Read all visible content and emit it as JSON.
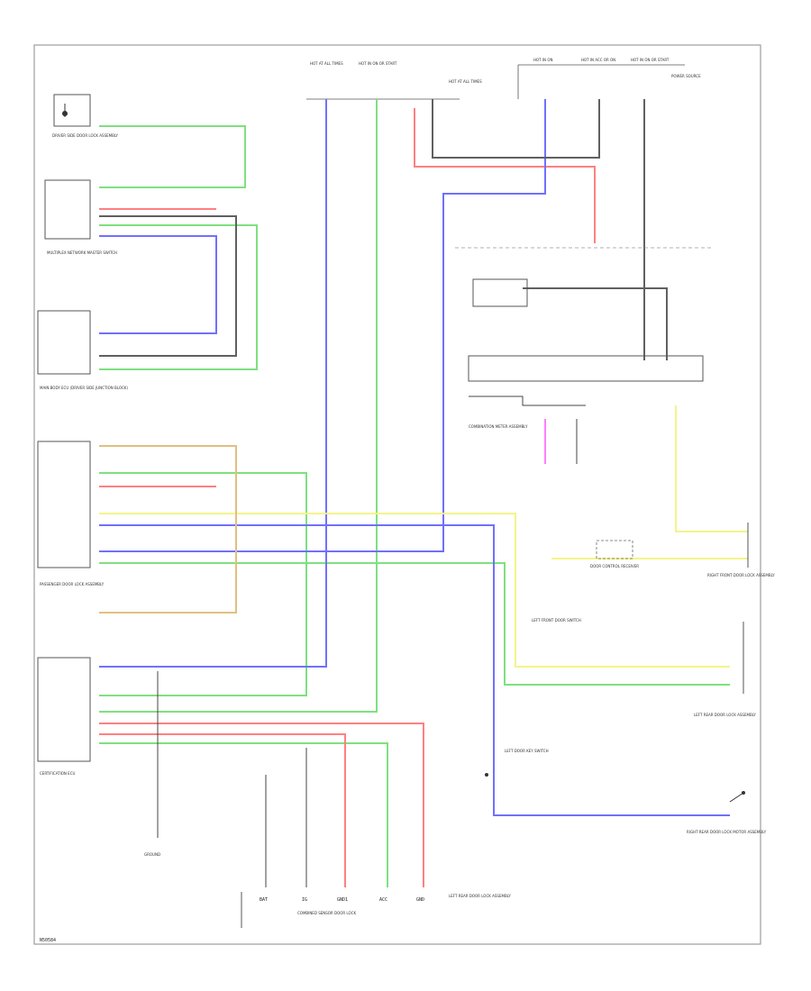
{
  "page": {
    "code": "N50584"
  },
  "wire_colors": {
    "green": "#7fe07f",
    "red": "#ff8080",
    "blue": "#7070ff",
    "yellow": "#f4f48a",
    "gray": "#606060",
    "pink": "#ff80ff",
    "tan": "#e0c080",
    "white": "#c0c0c0"
  },
  "labels": {
    "fuse1": "HOT AT ALL TIMES",
    "fuse2": "HOT IN ON OR START",
    "fuse3": "HOT AT ALL TIMES",
    "fuse4": "HOT IN ON",
    "fuse5": "HOT IN ACC OR ON",
    "fuse6": "HOT IN ON OR START",
    "power_source": "POWER SOURCE",
    "front_door_lock": "DRIVER SIDE DOOR LOCK ASSEMBLY",
    "power_window_switch": "MULTIPLEX NETWORK MASTER SWITCH",
    "body_ecu": "MAIN BODY ECU (DRIVER SIDE JUNCTION BLOCK)",
    "passenger_door": "PASSENGER DOOR LOCK ASSEMBLY",
    "certification_ecu": "CERTIFICATION ECU",
    "combination_meter": "COMBINATION METER ASSEMBLY",
    "door_control_receiver": "DOOR CONTROL RECEIVER",
    "left_door_lock": "LEFT REAR DOOR LOCK ASSEMBLY",
    "right_door_lock": "RIGHT FRONT DOOR LOCK ASSEMBLY",
    "right_rear": "RIGHT REAR DOOR LOCK MOTOR ASSEMBLY",
    "key_sensor": "LEFT DOOR KEY SWITCH",
    "ground": "GROUND",
    "bottom_module": "COMBINED SENSOR DOOR LOCK",
    "bottom_right": "LEFT REAR DOOR LOCK ASSEMBLY",
    "left_front_switch": "LEFT FRONT DOOR SWITCH"
  },
  "pins": {
    "bottom": [
      "BAT",
      "IG",
      "GND1",
      "ACC",
      "GND"
    ]
  }
}
